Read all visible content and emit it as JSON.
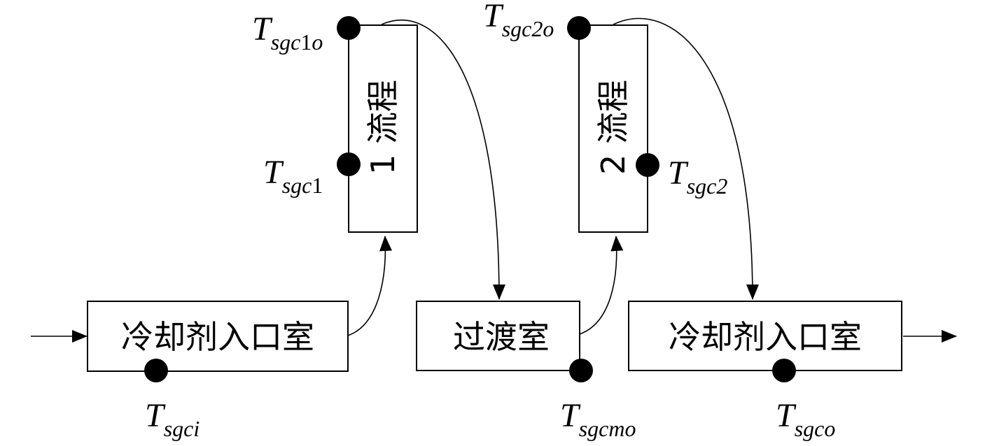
{
  "boxes": {
    "inlet": "冷却剂入口室",
    "transition": "过渡室",
    "outlet": "冷却剂入口室",
    "pass1": "1 流程",
    "pass2": "2 流程"
  },
  "sensors": {
    "sgci": {
      "main": "T",
      "sub": "sgci"
    },
    "sgc1o": {
      "main": "T",
      "sub_a": "sgc",
      "sub_b": "1",
      "sub_c": "o"
    },
    "sgc1": {
      "main": "T",
      "sub_a": "sgc",
      "sub_b": "1"
    },
    "sgcmo": {
      "main": "T",
      "sub": "sgcmo"
    },
    "sgc2o": {
      "main": "T",
      "sub": "sgc2o"
    },
    "sgc2": {
      "main": "T",
      "sub": "sgc2"
    },
    "sgco": {
      "main": "T",
      "sub": "sgco"
    }
  }
}
